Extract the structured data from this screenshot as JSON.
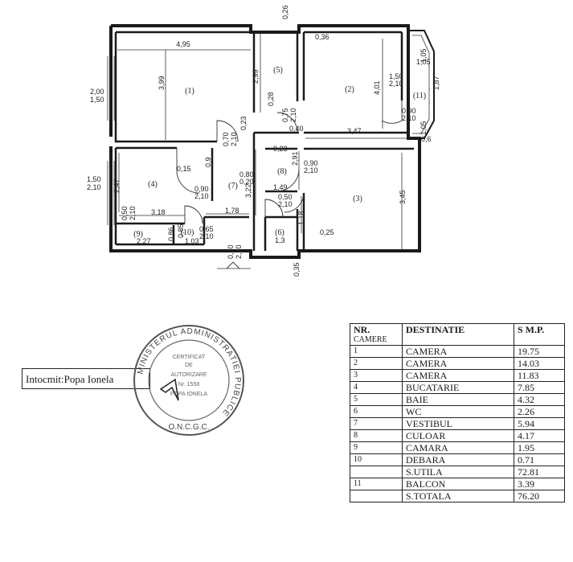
{
  "plan": {
    "rooms": [
      {
        "n": "1",
        "label": "(1)"
      },
      {
        "n": "2",
        "label": "(2)"
      },
      {
        "n": "3",
        "label": "(3)"
      },
      {
        "n": "4",
        "label": "(4)"
      },
      {
        "n": "5",
        "label": "(5)"
      },
      {
        "n": "6",
        "label": "(6)"
      },
      {
        "n": "7",
        "label": "(7)"
      },
      {
        "n": "8",
        "label": "(8)"
      },
      {
        "n": "9",
        "label": "(9)"
      },
      {
        "n": "10",
        "label": "(10)"
      },
      {
        "n": "11",
        "label": "(11)"
      }
    ],
    "dims": {
      "d495": "4,95",
      "d399": "3,99",
      "d299": "2,99",
      "d026": "0,26",
      "d036": "0,36",
      "d200": "2,00",
      "d150a": "1,50",
      "d150b": "1,50",
      "d210a": "2,10",
      "d023a": "0,23",
      "d070a": "0,70",
      "d210b": "2,10",
      "d028": "0,28",
      "d075": "0,75",
      "d210c": "2,10",
      "d040": "0,40",
      "d401": "4,01",
      "d150c": "1,50",
      "d210d": "2,10",
      "d090a": "0,90",
      "d210e": "2,10",
      "d105a": "1,05",
      "d187": "1,87",
      "d105b": "1,05",
      "d06": "0,6",
      "d347": "3,47",
      "d023b": "0,23",
      "d291": "2,91",
      "d090b": "0,90",
      "d210f": "2,10",
      "d015": "0,15",
      "d09": "0,9",
      "d080": "0,80",
      "d020": "0,20",
      "d247": "2,47",
      "d090c": "0,90",
      "d210g": "2,10",
      "d322": "3,22",
      "d149": "1,49",
      "d345": "3,45",
      "d050a": "0,50",
      "d210h": "2,10",
      "d318": "3,18",
      "d178": "1,78",
      "d050b": "0,50",
      "d210i": "2,10",
      "d118": "1,18",
      "d025": "0,25",
      "d227": "2,27",
      "d086": "0,86",
      "d085": "0,85",
      "d103": "1,03",
      "d065": "0,65",
      "d210j": "2,10",
      "d13": "1,3",
      "d050c": "0,50",
      "d210k": "2,10",
      "d035": "0,35"
    }
  },
  "author": {
    "label": "Intocmit:Popa Ionela"
  },
  "stamp": {
    "ring_text": "MINISTERUL ADMINISTRATIEI PUBLICE",
    "bottom": "O.N.C.G.C.",
    "inner1": "CERTIFICAT",
    "inner2": "DE",
    "inner3": "AUTORIZARE",
    "inner4": "Nr. 1558",
    "inner5": "POPA IONELA"
  },
  "table": {
    "head_nr": "NR.",
    "head_nr_sub": "CAMERE",
    "head_dest": "DESTINATIE",
    "head_smp": "S M.P.",
    "rows": [
      {
        "nr": "1",
        "dest": "CAMERA",
        "val": "19.75"
      },
      {
        "nr": "2",
        "dest": "CAMERA",
        "val": "14.03"
      },
      {
        "nr": "3",
        "dest": "CAMERA",
        "val": "11.83"
      },
      {
        "nr": "4",
        "dest": "BUCATARIE",
        "val": "7.85"
      },
      {
        "nr": "5",
        "dest": "BAIE",
        "val": "4.32"
      },
      {
        "nr": "6",
        "dest": "WC",
        "val": "2.26"
      },
      {
        "nr": "7",
        "dest": "VESTIBUL",
        "val": "5.94"
      },
      {
        "nr": "8",
        "dest": "CULOAR",
        "val": "4.17"
      },
      {
        "nr": "9",
        "dest": "CAMARA",
        "val": "1.95"
      },
      {
        "nr": "10",
        "dest": "DEBARA",
        "val": "0.71"
      },
      {
        "nr": "",
        "dest": "S.UTILA",
        "val": "72.81"
      },
      {
        "nr": "11",
        "dest": "BALCON",
        "val": "3.39"
      },
      {
        "nr": "",
        "dest": "S.TOTALA",
        "val": "76.20"
      }
    ]
  }
}
